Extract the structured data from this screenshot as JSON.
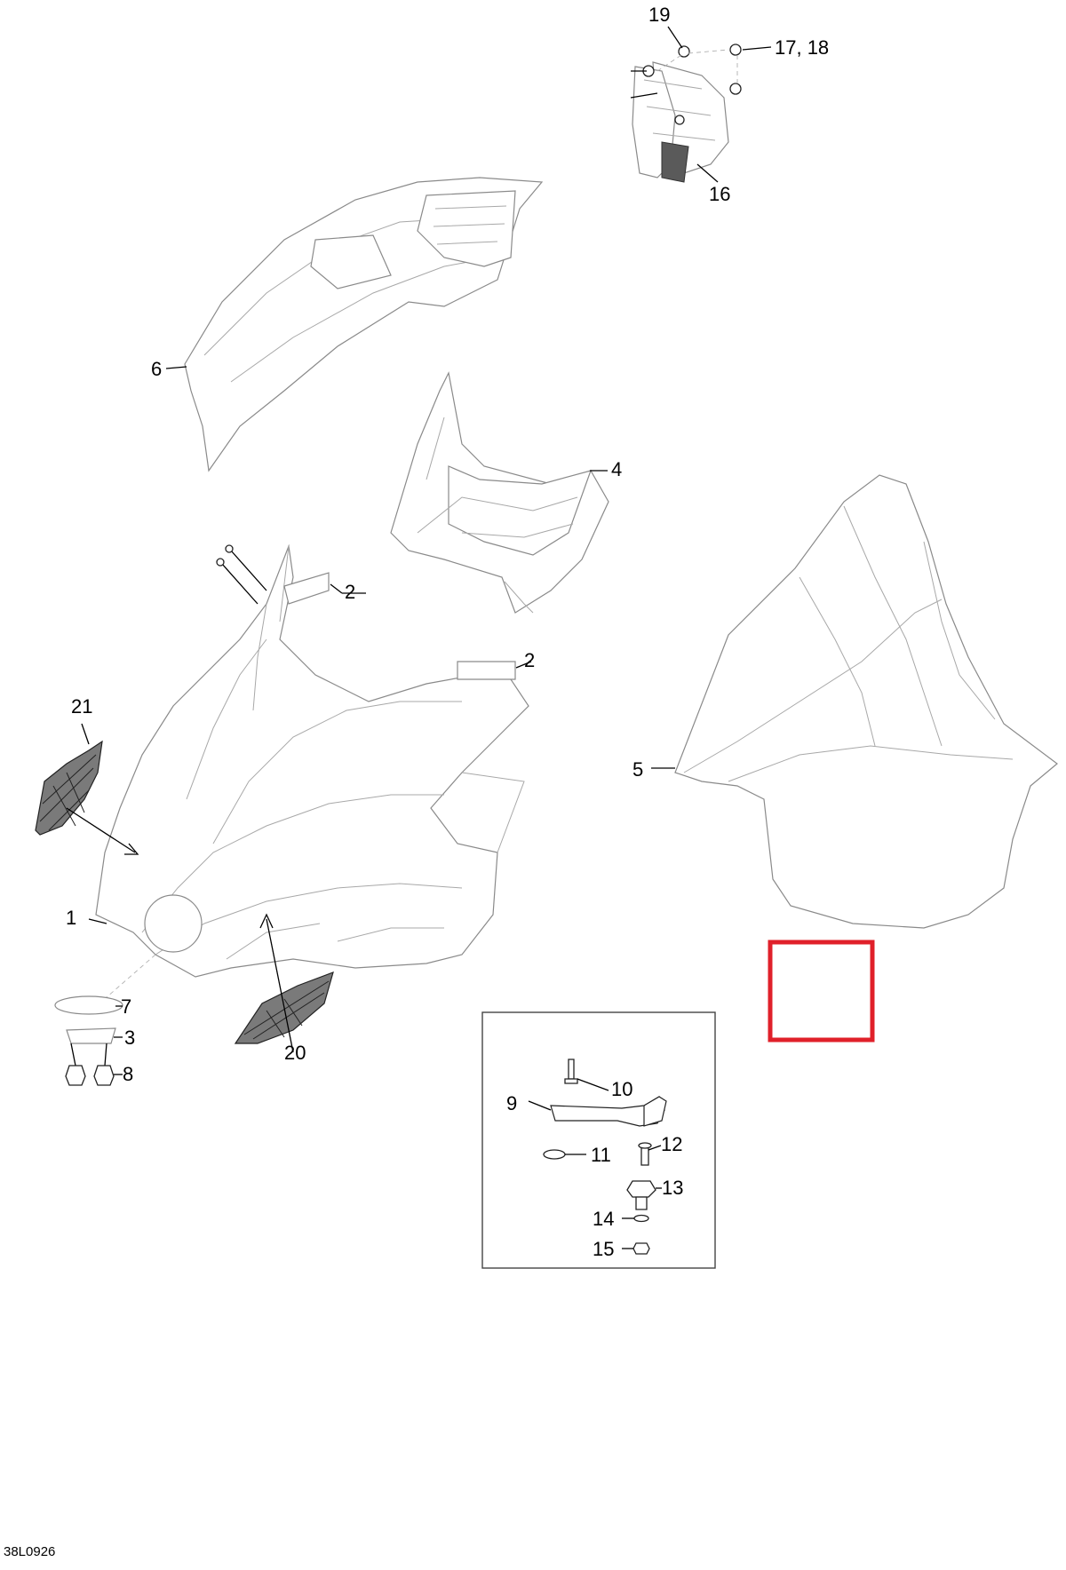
{
  "callouts": {
    "c1": "1",
    "c2a": "2",
    "c2b": "2",
    "c3": "3",
    "c4": "4",
    "c5": "5",
    "c6": "6",
    "c7": "7",
    "c8": "8",
    "c9": "9",
    "c10": "10",
    "c11": "11",
    "c12": "12",
    "c13": "13",
    "c14": "14",
    "c15": "15",
    "c16": "16",
    "c17_18": "17, 18",
    "c19": "19",
    "c20": "20",
    "c21": "21"
  },
  "reference_code": "38L0926",
  "colors": {
    "highlight_box": "#e0202a",
    "linework": "#8a8a8a",
    "text": "#000000"
  }
}
